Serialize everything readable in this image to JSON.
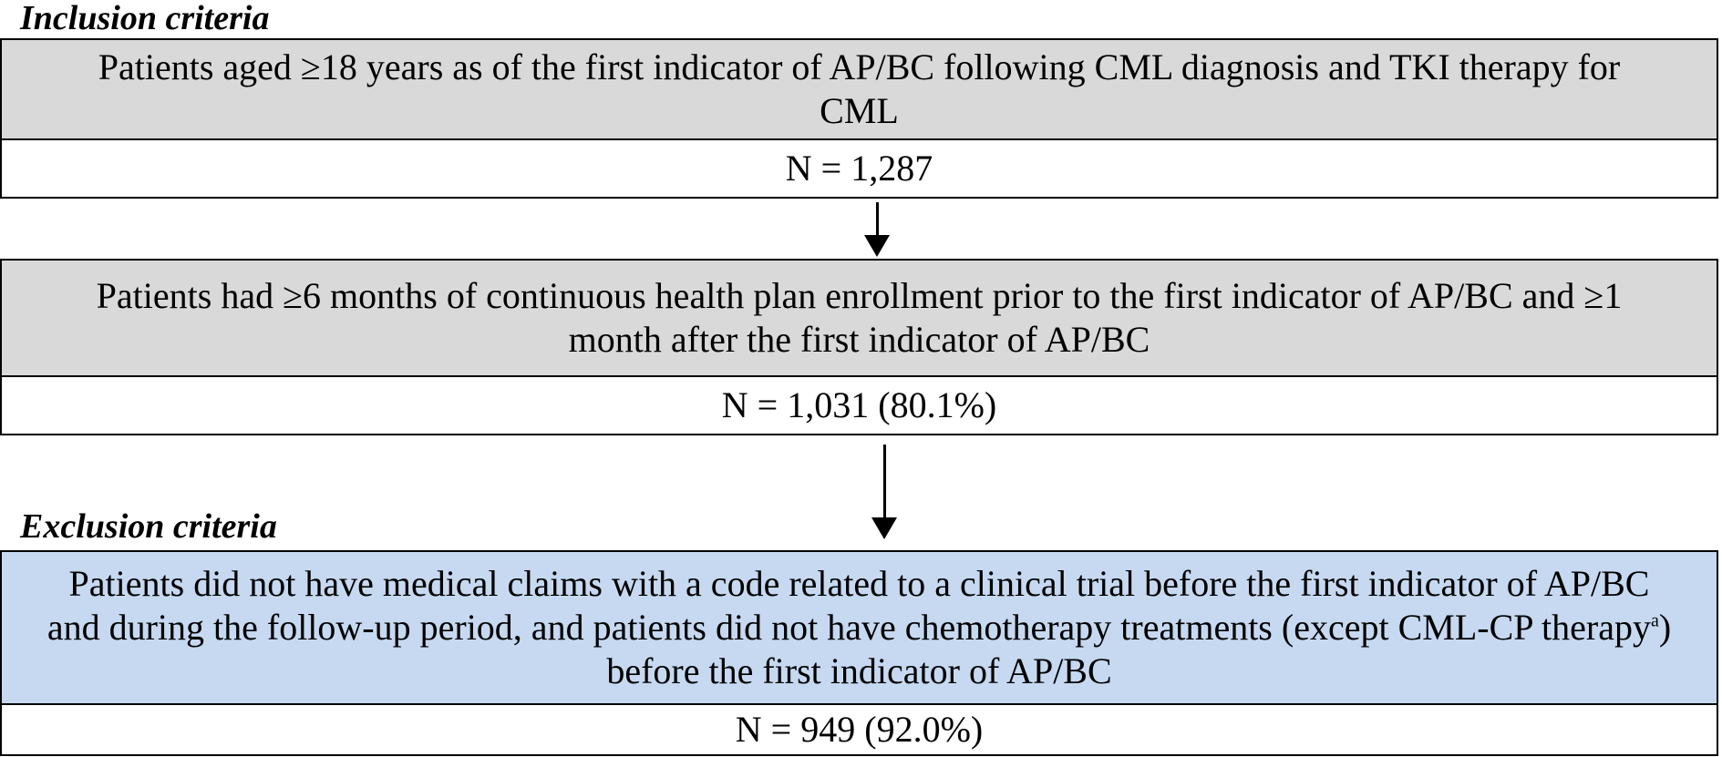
{
  "inclusion": {
    "label": "Inclusion criteria",
    "steps": [
      {
        "criterion": "Patients aged ≥18 years as of the first indicator of AP/BC following CML diagnosis and TKI therapy for CML",
        "count": "N = 1,287"
      },
      {
        "criterion": "Patients had ≥6 months of continuous health plan enrollment prior to the first indicator of AP/BC and ≥1 month after the first indicator of AP/BC",
        "count": "N = 1,031 (80.1%)"
      }
    ]
  },
  "exclusion": {
    "label": "Exclusion criteria",
    "criterion_main": "Patients did not have medical claims with a code related to a clinical trial before the first indicator of AP/BC and during the follow-up period, and patients did not have chemotherapy treatments (except CML-CP therapy",
    "criterion_superscript": "a",
    "criterion_tail": ") before the first indicator of AP/BC",
    "count": "N = 949 (92.0%)"
  },
  "colors": {
    "inclusion_fill": "#d9d9d9",
    "exclusion_fill": "#c6d9f1",
    "count_fill": "#ffffff",
    "border": "#000000"
  }
}
